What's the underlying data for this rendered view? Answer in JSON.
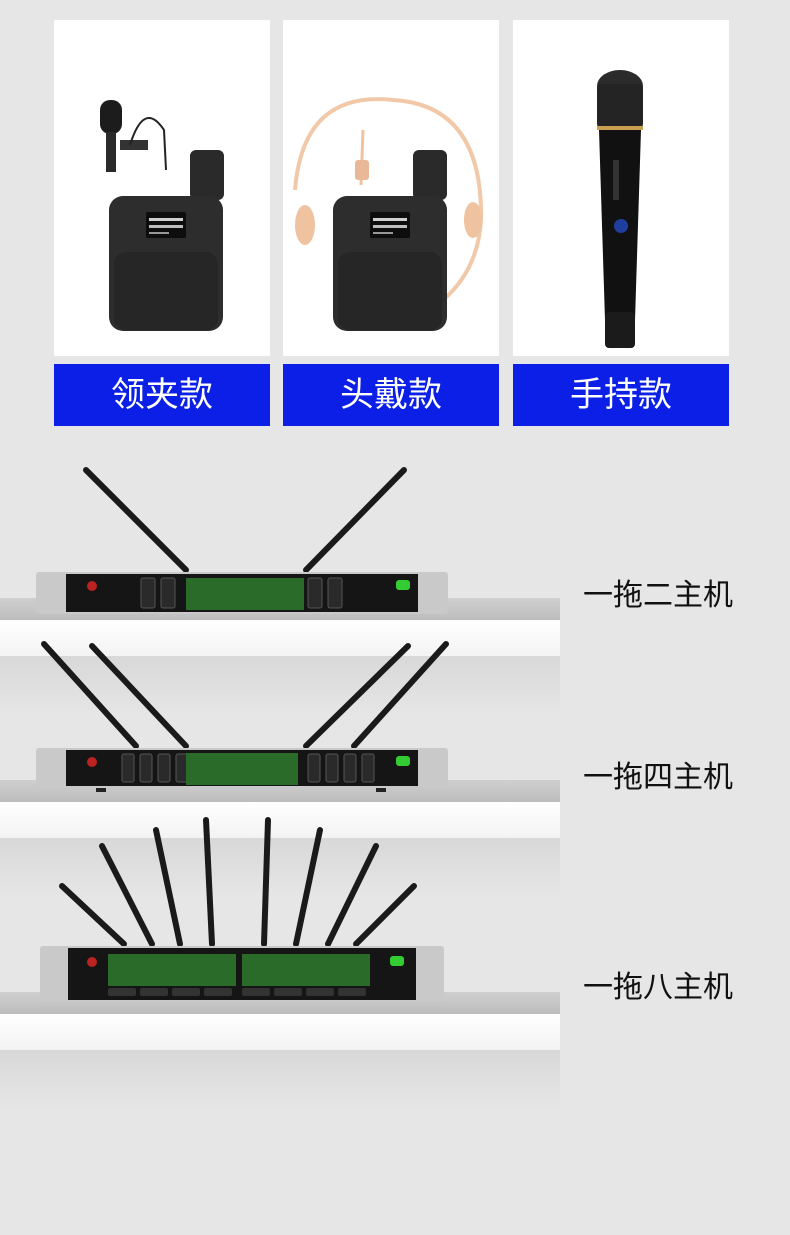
{
  "products": [
    {
      "label": "领夹款",
      "icon": "lavalier-mic-icon"
    },
    {
      "label": "头戴款",
      "icon": "headset-mic-icon"
    },
    {
      "label": "手持款",
      "icon": "handheld-mic-icon"
    }
  ],
  "receivers": [
    {
      "caption": "一拖二主机",
      "channels": 2,
      "antennas": 2
    },
    {
      "caption": "一拖四主机",
      "channels": 4,
      "antennas": 4
    },
    {
      "caption": "一拖八主机",
      "channels": 8,
      "antennas": 8
    }
  ],
  "colors": {
    "label_bg": "#0b1fe6",
    "label_text": "#ffffff",
    "lcd": "#2a6b2a"
  }
}
